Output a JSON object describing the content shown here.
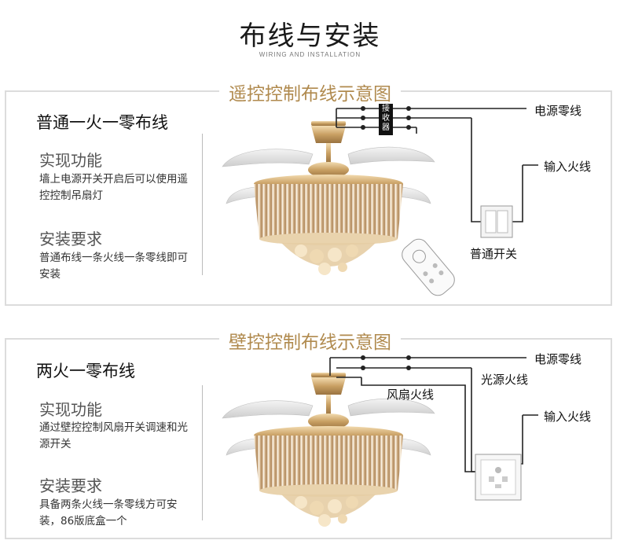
{
  "title": "布线与安装",
  "subtitle": "WIRING AND INSTALLATION",
  "remote_section": {
    "title": "遥控控制布线示意图",
    "heading": "普通一火一零布线",
    "feature_title": "实现功能",
    "feature_desc": "墙上电源开关开启后可以使用遥控控制吊扇灯",
    "req_title": "安装要求",
    "req_desc": "普通布线一条火线一条零线即可安装",
    "receiver_label": "接收器",
    "labels": {
      "neutral": "电源零线",
      "live_in": "输入火线",
      "switch": "普通开关"
    }
  },
  "wall_section": {
    "title": "壁控控制布线示意图",
    "heading": "两火一零布线",
    "feature_title": "实现功能",
    "feature_desc": "通过壁控控制风扇开关调速和光源开关",
    "req_title": "安装要求",
    "req_desc": "具备两条火线一条零线方可安装，86版底盒一个",
    "labels": {
      "neutral": "电源零线",
      "light_live": "光源火线",
      "fan_live": "风扇火线",
      "live_in": "输入火线"
    }
  },
  "colors": {
    "accent": "#b08a4e",
    "gold": "#c9a063",
    "border": "#dcdcdc"
  }
}
